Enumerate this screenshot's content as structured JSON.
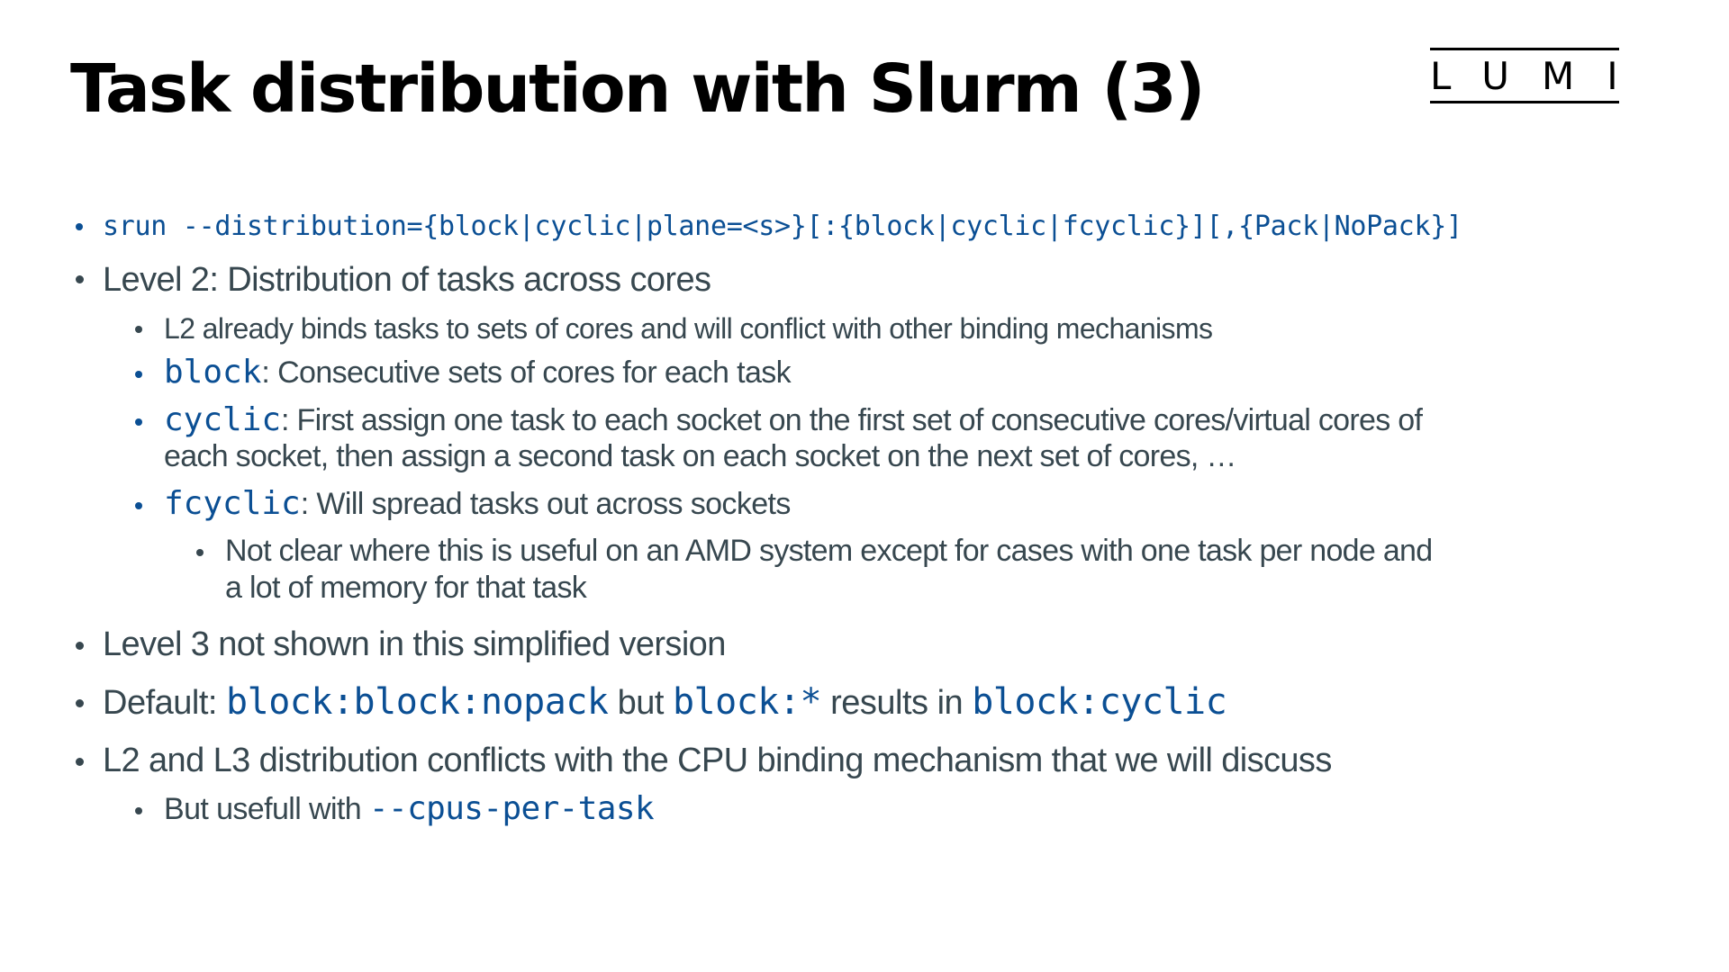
{
  "slide": {
    "title": "Task distribution with Slurm (3)",
    "logo": "LUMI",
    "colors": {
      "text": "#37474f",
      "code": "#0b4f94",
      "title": "#000000"
    },
    "bullets": {
      "b1": {
        "code": "srun --distribution={block|cyclic|plane=<s>}[:{block|cyclic|fcyclic}][,{Pack|NoPack}]"
      },
      "b2": {
        "text": "Level 2: Distribution of tasks across cores"
      },
      "b2_1": {
        "text": "L2 already binds tasks to sets of cores and will conflict with other binding mechanisms"
      },
      "b2_2": {
        "code": "block",
        "text": ": Consecutive sets of cores for each task"
      },
      "b2_3": {
        "code": "cyclic",
        "text": ": First assign one task to each socket on the first set of consecutive cores/virtual cores of",
        "text2": "each socket, then assign a second task on each socket on the next set of cores, …"
      },
      "b2_4": {
        "code": "fcyclic",
        "text": ": Will spread tasks out across sockets"
      },
      "b2_4_1": {
        "text": "Not clear where this is useful on an AMD system except for cases with one task per node and",
        "text2": "a lot of memory for that task"
      },
      "b3": {
        "text": "Level 3 not shown in this simplified version"
      },
      "b4": {
        "prefix": "Default: ",
        "code1": "block:block:nopack",
        "mid1": " but ",
        "code2": "block:*",
        "mid2": " results in ",
        "code3": "block:cyclic"
      },
      "b5": {
        "text": "L2 and L3 distribution conflicts with the CPU binding mechanism that we will discuss"
      },
      "b5_1": {
        "text": "But usefull with ",
        "code": "--cpus-per-task"
      }
    }
  }
}
